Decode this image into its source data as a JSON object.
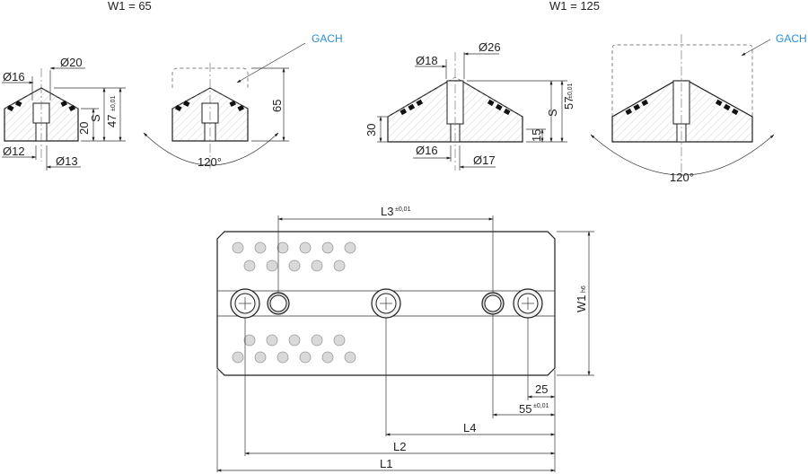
{
  "views": {
    "small": {
      "header": "W1 = 65",
      "dia_top": "Ø16",
      "dia_top2": "Ø20",
      "dia_bottom": "Ø12",
      "dia_bottom2": "Ø13",
      "dim_20": "20",
      "dim_s": "S",
      "dim_47": "47",
      "tol_47": "±0,01",
      "dim_65": "65",
      "angle": "120°",
      "callout": "GACH"
    },
    "large": {
      "header": "W1 = 125",
      "dia_top": "Ø18",
      "dia_top2": "Ø26",
      "dia_bottom": "Ø16",
      "dia_bottom2": "Ø17",
      "dim_30": "30",
      "dim_15": "15",
      "dim_s": "S",
      "dim_57": "57",
      "tol_57": "±0,01",
      "angle": "120°",
      "callout": "GACH"
    }
  },
  "plan": {
    "l3": "L3",
    "tol_l3": "±0,01",
    "w1": "W1",
    "tol_w1": "h6",
    "dim_25": "25",
    "dim_55": "55",
    "tol_55": "±0,01",
    "l4": "L4",
    "l2": "L2",
    "l1": "L1"
  }
}
